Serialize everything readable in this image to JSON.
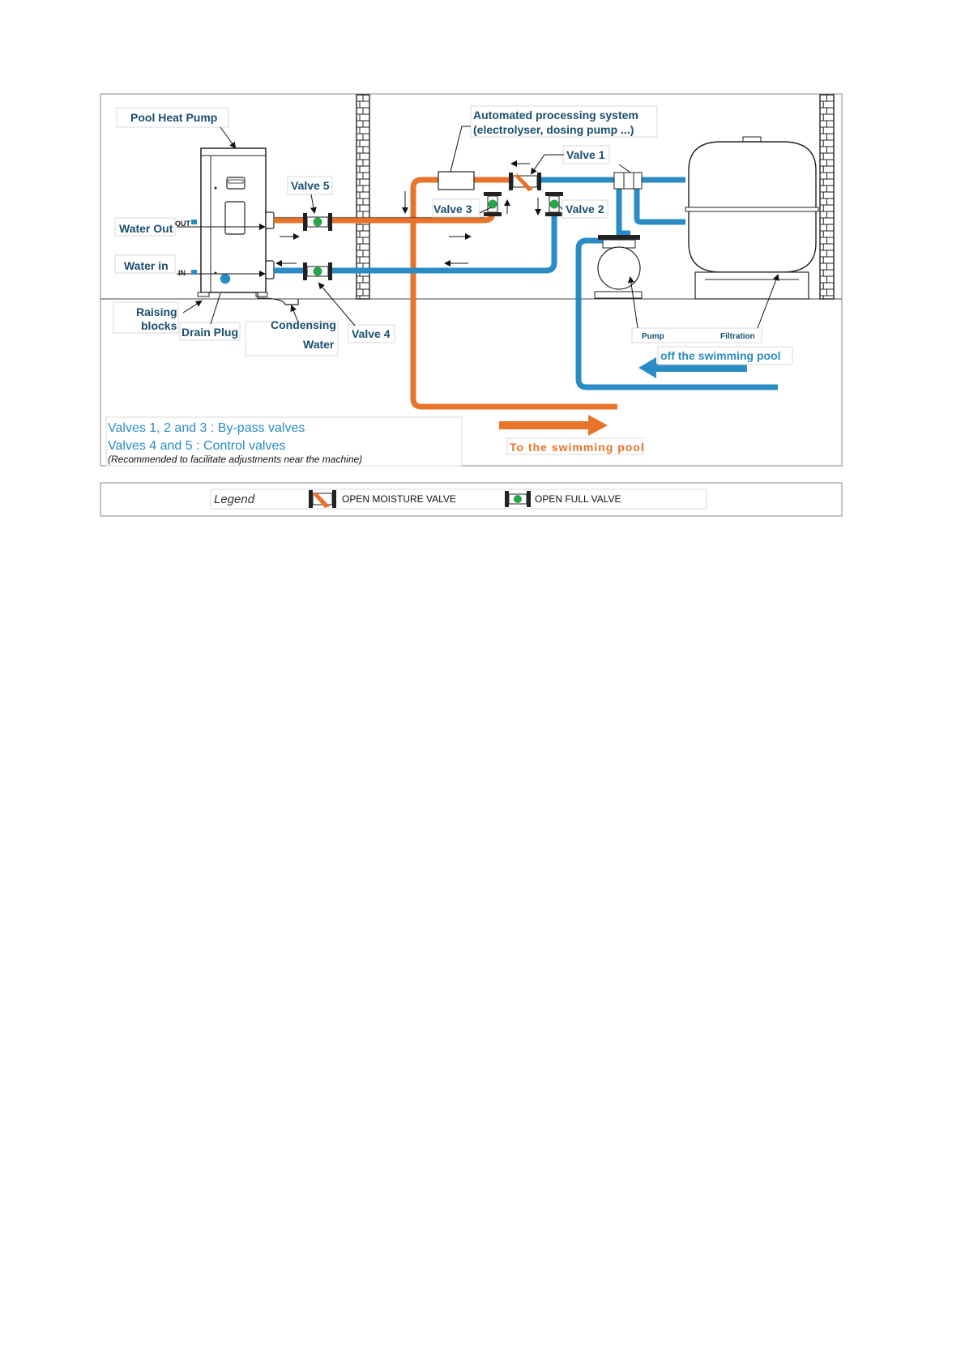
{
  "labels": {
    "pool_heat_pump": "Pool Heat Pump",
    "water_out": "Water Out",
    "water_in": "Water in",
    "out_tag": "OUT",
    "in_tag": "IN",
    "raising_blocks_1": "Raising",
    "raising_blocks_2": "blocks",
    "drain_plug": "Drain Plug",
    "condensing_1": "Condensing",
    "condensing_2": "Water",
    "valve_1": "Valve 1",
    "valve_2": "Valve 2",
    "valve_3": "Valve 3",
    "valve_4": "Valve 4",
    "valve_5": "Valve 5",
    "automated_1": "Automated processing system",
    "automated_2": "(electrolyser, dosing pump ...)",
    "pump": "Pump",
    "filtration": "Filtration",
    "off_pool": "off the swimming pool",
    "to_pool": "To  the  swimming  pool"
  },
  "notes": {
    "line1": "Valves 1, 2 and 3 : By-pass valves",
    "line2": "Valves 4 and 5 : Control valves",
    "line3": "(Recommended to facilitate adjustments near the machine)"
  },
  "legend": {
    "title": "Legend",
    "item1": "OPEN MOISTURE VALVE",
    "item2": "OPEN FULL VALVE"
  },
  "colors": {
    "hot_pipe": "#e8742a",
    "cold_pipe": "#2b8cc4",
    "valve_green": "#27a54a",
    "label_text": "#1a4f6e",
    "note_text": "#2b8cc4"
  }
}
